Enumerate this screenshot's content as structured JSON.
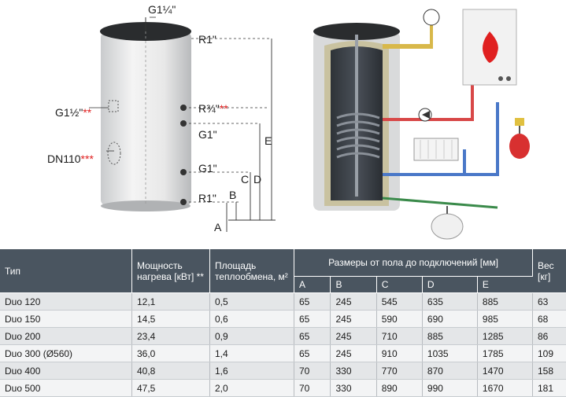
{
  "diagram": {
    "top_connection": "G1¼\"",
    "r1_top": "R1\"",
    "r34": "R¾\"",
    "r34_mark": "**",
    "g1_upper": "G1\"",
    "g1_lower": "G1\"",
    "r1_bottom": "R1\"",
    "g1half": "G1½\"",
    "g1half_mark": "**",
    "dn110": "DN110",
    "dn110_mark": "***",
    "dim_a": "A",
    "dim_b": "B",
    "dim_c": "C",
    "dim_d": "D",
    "dim_e": "E"
  },
  "table": {
    "col_type": "Тип",
    "col_power": "Мощность нагрева [кВт] **",
    "col_area": "Площадь теплообмена, м²",
    "col_sizes": "Размеры от пола до подключений [мм]",
    "col_weight": "Вес [кг]",
    "sub_a": "A",
    "sub_b": "B",
    "sub_c": "C",
    "sub_d": "D",
    "sub_e": "E",
    "rows": [
      {
        "type": "Duo 120",
        "power": "12,1",
        "area": "0,5",
        "a": "65",
        "b": "245",
        "c": "545",
        "d": "635",
        "e": "885",
        "w": "63"
      },
      {
        "type": "Duo 150",
        "power": "14,5",
        "area": "0,6",
        "a": "65",
        "b": "245",
        "c": "590",
        "d": "690",
        "e": "985",
        "w": "68"
      },
      {
        "type": "Duo 200",
        "power": "23,4",
        "area": "0,9",
        "a": "65",
        "b": "245",
        "c": "710",
        "d": "885",
        "e": "1285",
        "w": "86"
      },
      {
        "type": "Duo 300 (Ø560)",
        "power": "36,0",
        "area": "1,4",
        "a": "65",
        "b": "245",
        "c": "910",
        "d": "1035",
        "e": "1785",
        "w": "109"
      },
      {
        "type": "Duo 400",
        "power": "40,8",
        "area": "1,6",
        "a": "70",
        "b": "330",
        "c": "770",
        "d": "870",
        "e": "1470",
        "w": "158"
      },
      {
        "type": "Duo 500",
        "power": "47,5",
        "area": "2,0",
        "a": "70",
        "b": "330",
        "c": "890",
        "d": "990",
        "e": "1670",
        "w": "181"
      }
    ]
  },
  "colors": {
    "header_bg": "#4a5560",
    "hot_pipe": "#d8b84a",
    "heating_pipe": "#d84848",
    "return_pipe": "#4a78c8",
    "boiler_flame": "#e02020"
  }
}
